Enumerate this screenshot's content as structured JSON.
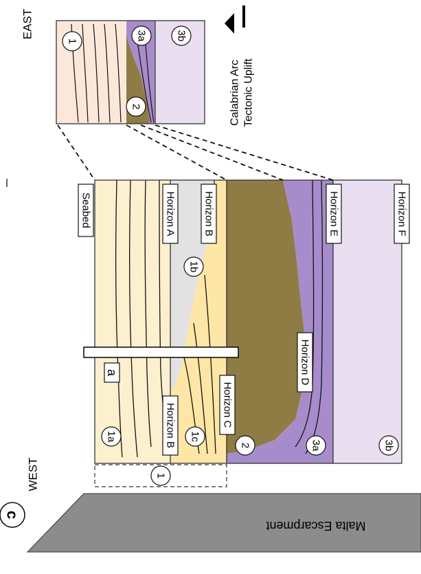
{
  "panel_letter": "c",
  "directions": {
    "west": "WEST",
    "east": "EAST"
  },
  "escarpment_label": "Malta Escarpment",
  "uplift_label_line1": "Calabrian Arc",
  "uplift_label_line2": "Tectonic Uplift",
  "horizons": {
    "seabed": "Seabed",
    "a": "Horizon A",
    "b_top": "Horizon B",
    "b_left": "Horizon B",
    "c": "Horizon C",
    "d": "Horizon D",
    "e": "Horizon E",
    "f": "Horizon F"
  },
  "units": {
    "u1a": "1a",
    "u1b": "1b",
    "u1c": "1c",
    "u2": "2",
    "u3a": "3a",
    "u3b": "3b",
    "u1_bracket": "1",
    "inset_1": "1",
    "inset_2": "2",
    "inset_3a": "3a",
    "inset_3b": "3b"
  },
  "site_label": "a",
  "colors": {
    "unit1a": "#fdf0cf",
    "unit1b": "#e2e2e2",
    "unit1c": "#fde6a6",
    "unit2": "#8f7c45",
    "unit3a": "#a78ccc",
    "unit3b": "#eadff0",
    "inset1": "#fbe8da",
    "escarpment": "#8c8c8c"
  }
}
